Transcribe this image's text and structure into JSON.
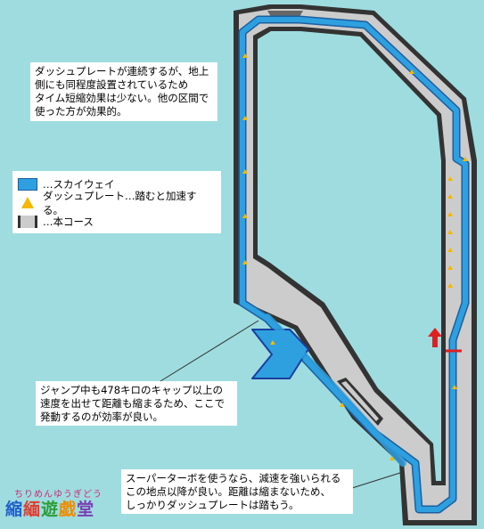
{
  "notes": {
    "top": "ダッシュプレートが連続するが、地上\n側にも同程度設置されているため\nタイム短縮効果は少ない。他の区間で\n使った方が効果的。",
    "middle": "ジャンプ中も478キロのキャップ以上の\n速度を出せて距離も縮まるため、ここで\n発動するのが効率が良い。",
    "bottom": "スーパーターボを使うなら、減速を強いられる\nこの地点以降が良い。距離は縮まないため、\nしっかりダッシュプレートは踏もう。"
  },
  "legend": {
    "skyway": "…スカイウェイ",
    "dash_plate": "ダッシュプレート…踏むと加速する。",
    "main_course": "…本コース"
  },
  "logo": {
    "reading": "ちりめんゆうぎどう",
    "chars": [
      "縮",
      "緬",
      "遊",
      "戯",
      "堂"
    ]
  },
  "colors": {
    "background": "#9fdcdf",
    "skyway": "#2e9fdf",
    "course": "#cccccc",
    "course_edge": "#333333",
    "dash_plate": "#f6b700",
    "start_arrow": "#e02020"
  },
  "icons": {
    "start": "red-up-arrow-icon",
    "plate": "yellow-triangle-icon"
  }
}
